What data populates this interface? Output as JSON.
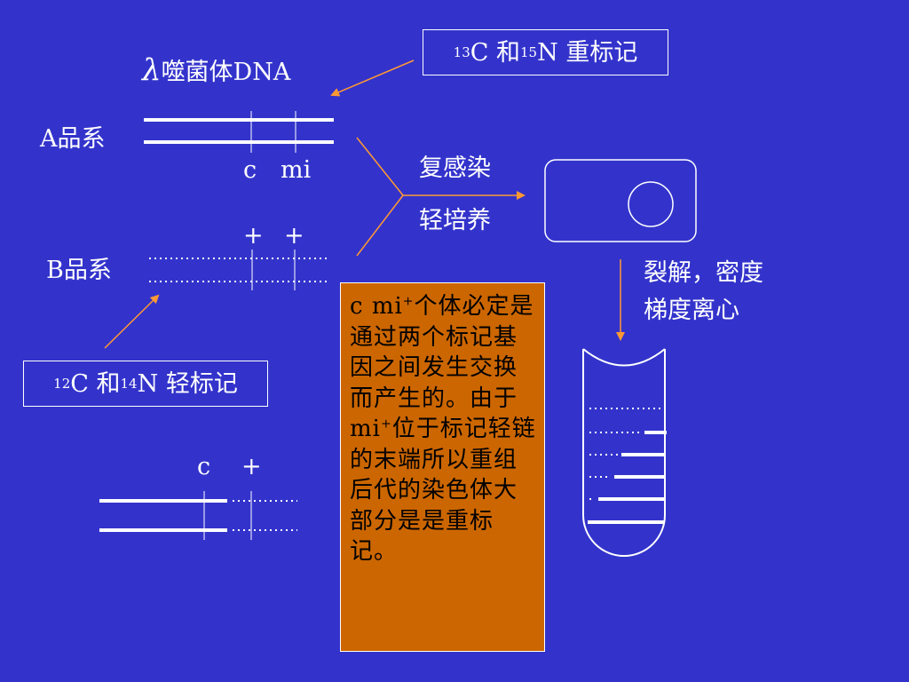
{
  "phage_label": {
    "lambda": "λ",
    "text": "噬菌体DNA"
  },
  "heavy_label": {
    "sup1": "13",
    "c": "C 和 ",
    "sup2": "15",
    "n": "N 重标记"
  },
  "light_label": {
    "sup1": "12",
    "c": "C 和 ",
    "sup2": "14",
    "n": "N 轻标记"
  },
  "strain_a": "A品系",
  "strain_b": "B品系",
  "strain_a_markers": {
    "c": "c",
    "mi": "mi"
  },
  "strain_b_markers": {
    "plus1": "+",
    "plus2": "+"
  },
  "step1": "复感染",
  "step2": "轻培养",
  "lysis": {
    "line1": "裂解，密度",
    "line2": "梯度离心"
  },
  "recombinant_markers": {
    "c": "c",
    "plus": "+"
  },
  "note": {
    "part1": "c mi",
    "sup1": "+",
    "part2": "个体必定是通过两个标记基因之间发生交换而产生的。由于mi",
    "sup2": "+",
    "part3": "位于标记轻链的末端所以重组后代的染色体大部分是是重标记。"
  },
  "colors": {
    "background": "#3333cc",
    "arrow": "#ff9933",
    "note_bg": "#cc6600",
    "line": "#ffffff"
  }
}
